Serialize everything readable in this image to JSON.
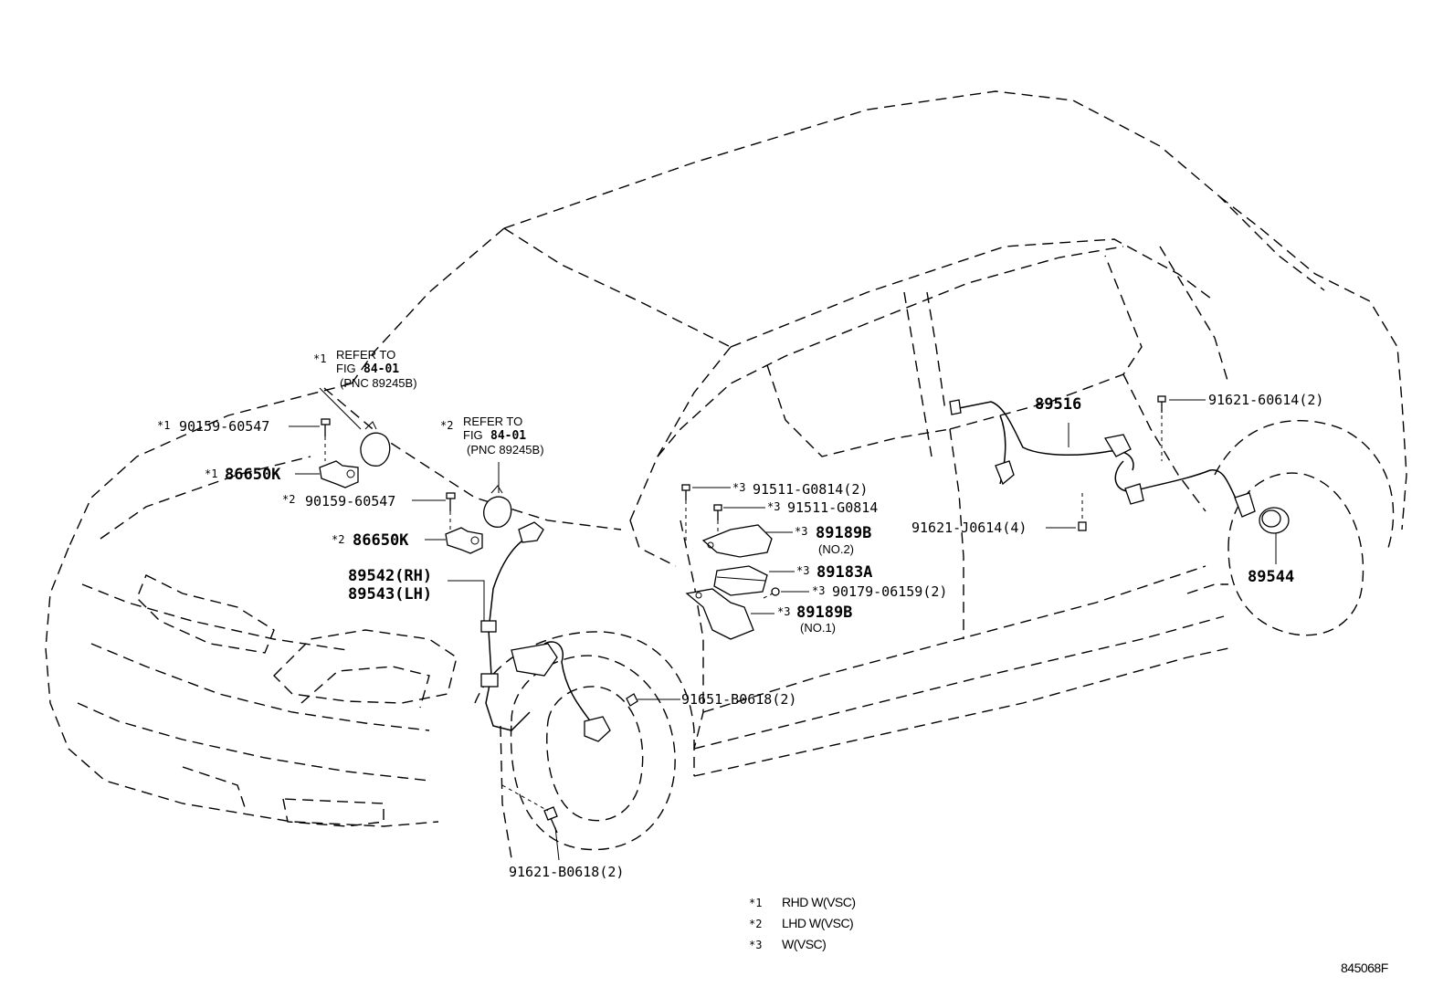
{
  "labels": {
    "p90159_rhd": "90159-60547",
    "p86650k_rhd": "86650K",
    "p90159_lhd": "90159-60547",
    "p86650k_lhd": "86650K",
    "p89542": "89542(RH)",
    "p89543": "89543(LH)",
    "p91511_a": "91511-G0814(2)",
    "p91511_b": "91511-G0814",
    "p89189b_no2": "89189B",
    "p89189b_no2_sub": "(NO.2)",
    "p89183a": "89183A",
    "p90179": "90179-06159(2)",
    "p89189b_no1": "89189B",
    "p89189b_no1_sub": "(NO.1)",
    "p89516": "89516",
    "p91621_60614": "91621-60614(2)",
    "p91621_j0614": "91621-J0614(4)",
    "p89544": "89544",
    "p91651_b0618": "91651-B0618(2)",
    "p91621_b0618": "91621-B0618(2)",
    "fig_code": "845068F"
  },
  "marks": {
    "m1": "*1",
    "m2": "*2",
    "m3": "*3"
  },
  "refer_rhd": {
    "line1": "REFER TO",
    "line2_prefix": "FIG",
    "line2_fig": "84-01",
    "line3": "(PNC 89245B)"
  },
  "refer_lhd": {
    "line1": "REFER TO",
    "line2_prefix": "FIG",
    "line2_fig": "84-01",
    "line3": "(PNC 89245B)"
  },
  "legend": [
    {
      "mark": "*1",
      "text": "RHD W(VSC)"
    },
    {
      "mark": "*2",
      "text": "LHD W(VSC)"
    },
    {
      "mark": "*3",
      "text": "W(VSC)"
    }
  ]
}
